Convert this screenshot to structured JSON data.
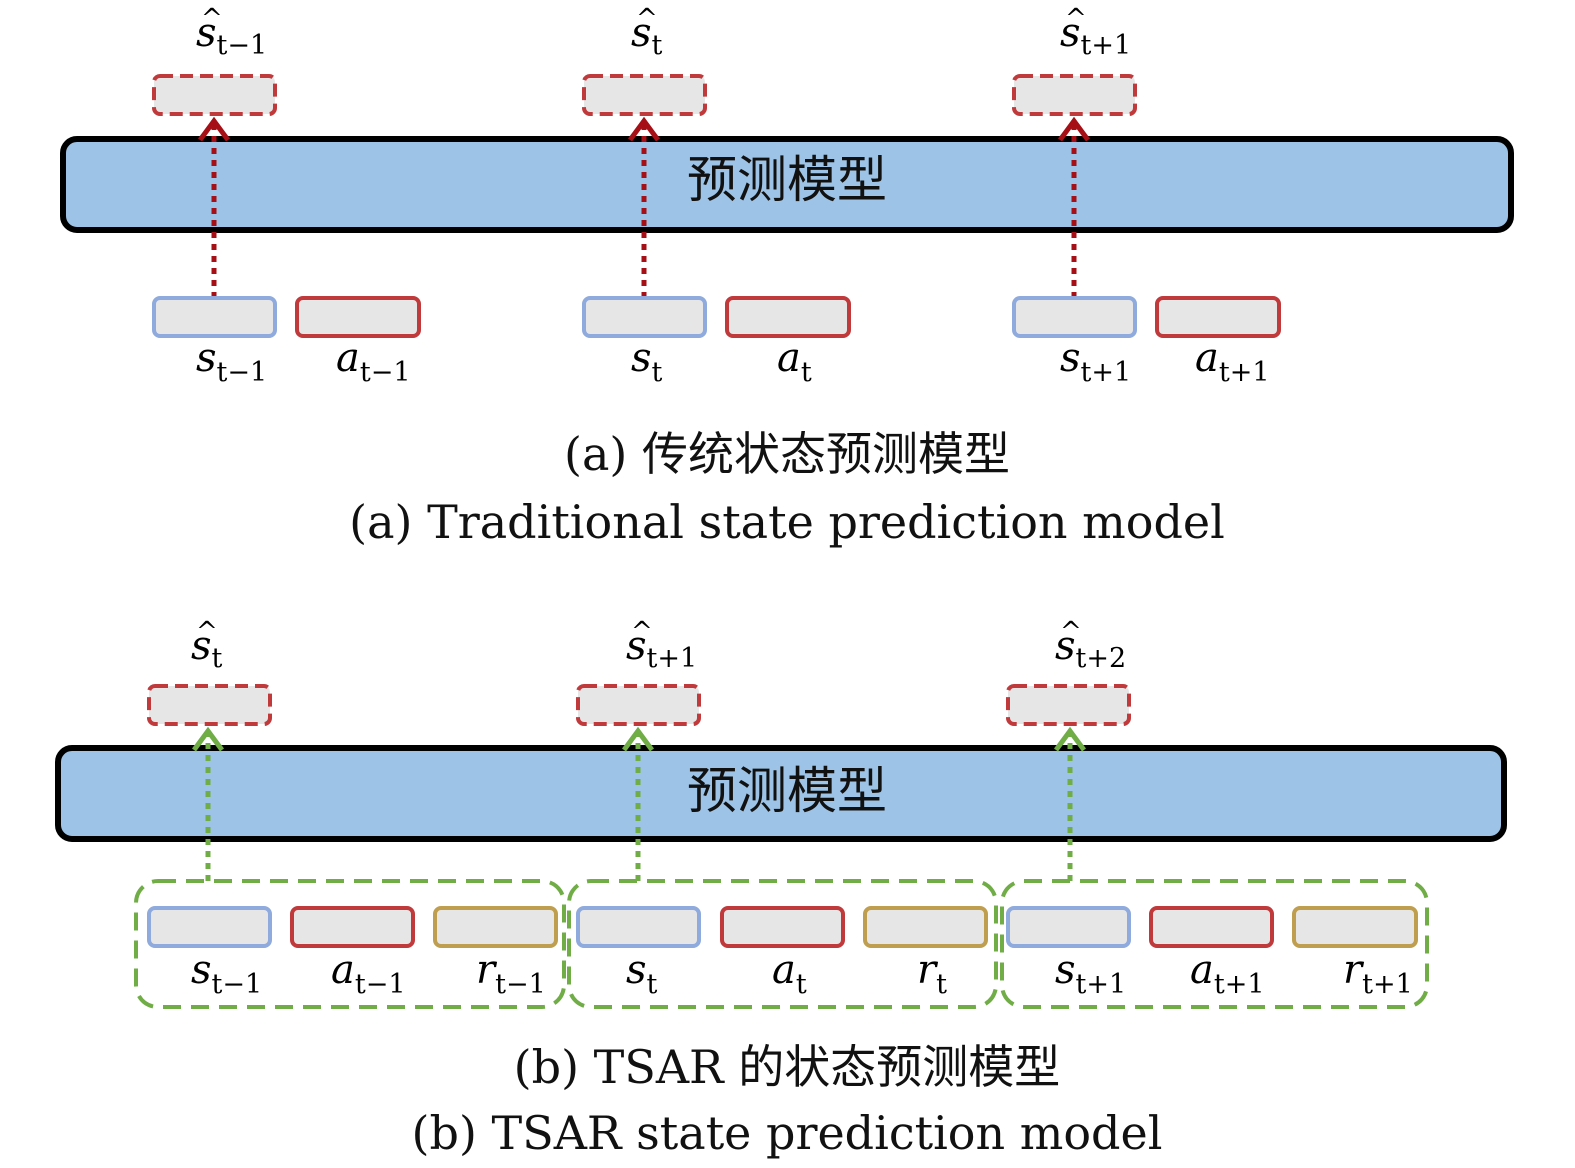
{
  "colors": {
    "model_fill": "#9dc3e6",
    "model_border": "#000000",
    "box_fill": "#e7e6e6",
    "state_border": "#8faadc",
    "action_border": "#c0393b",
    "reward_border": "#bf9f4f",
    "predicted_border": "#c0393b",
    "arrow_a": "#a50f15",
    "arrow_b": "#70ad47",
    "group_border": "#70ad47"
  },
  "panel_a": {
    "model_label": "预测模型",
    "caption_cn": "(a) 传统状态预测模型",
    "caption_en": "(a) Traditional state prediction model",
    "steps": [
      {
        "predicted": {
          "base": "s",
          "hat": "^",
          "sub": "t−1"
        },
        "state": {
          "base": "s",
          "sub": "t−1"
        },
        "action": {
          "base": "a",
          "sub": "t−1"
        }
      },
      {
        "predicted": {
          "base": "s",
          "hat": "^",
          "sub": "t"
        },
        "state": {
          "base": "s",
          "sub": "t"
        },
        "action": {
          "base": "a",
          "sub": "t"
        }
      },
      {
        "predicted": {
          "base": "s",
          "hat": "^",
          "sub": "t+1"
        },
        "state": {
          "base": "s",
          "sub": "t+1"
        },
        "action": {
          "base": "a",
          "sub": "t+1"
        }
      }
    ]
  },
  "panel_b": {
    "model_label": "预测模型",
    "caption_cn": "(b) TSAR 的状态预测模型",
    "caption_en": "(b) TSAR state prediction model",
    "steps": [
      {
        "predicted": {
          "base": "s",
          "hat": "^",
          "sub": "t"
        },
        "state": {
          "base": "s",
          "sub": "t−1"
        },
        "action": {
          "base": "a",
          "sub": "t−1"
        },
        "reward": {
          "base": "r",
          "sub": "t−1"
        }
      },
      {
        "predicted": {
          "base": "s",
          "hat": "^",
          "sub": "t+1"
        },
        "state": {
          "base": "s",
          "sub": "t"
        },
        "action": {
          "base": "a",
          "sub": "t"
        },
        "reward": {
          "base": "r",
          "sub": "t"
        }
      },
      {
        "predicted": {
          "base": "s",
          "hat": "^",
          "sub": "t+2"
        },
        "state": {
          "base": "s",
          "sub": "t+1"
        },
        "action": {
          "base": "a",
          "sub": "t+1"
        },
        "reward": {
          "base": "r",
          "sub": "t+1"
        }
      }
    ]
  }
}
